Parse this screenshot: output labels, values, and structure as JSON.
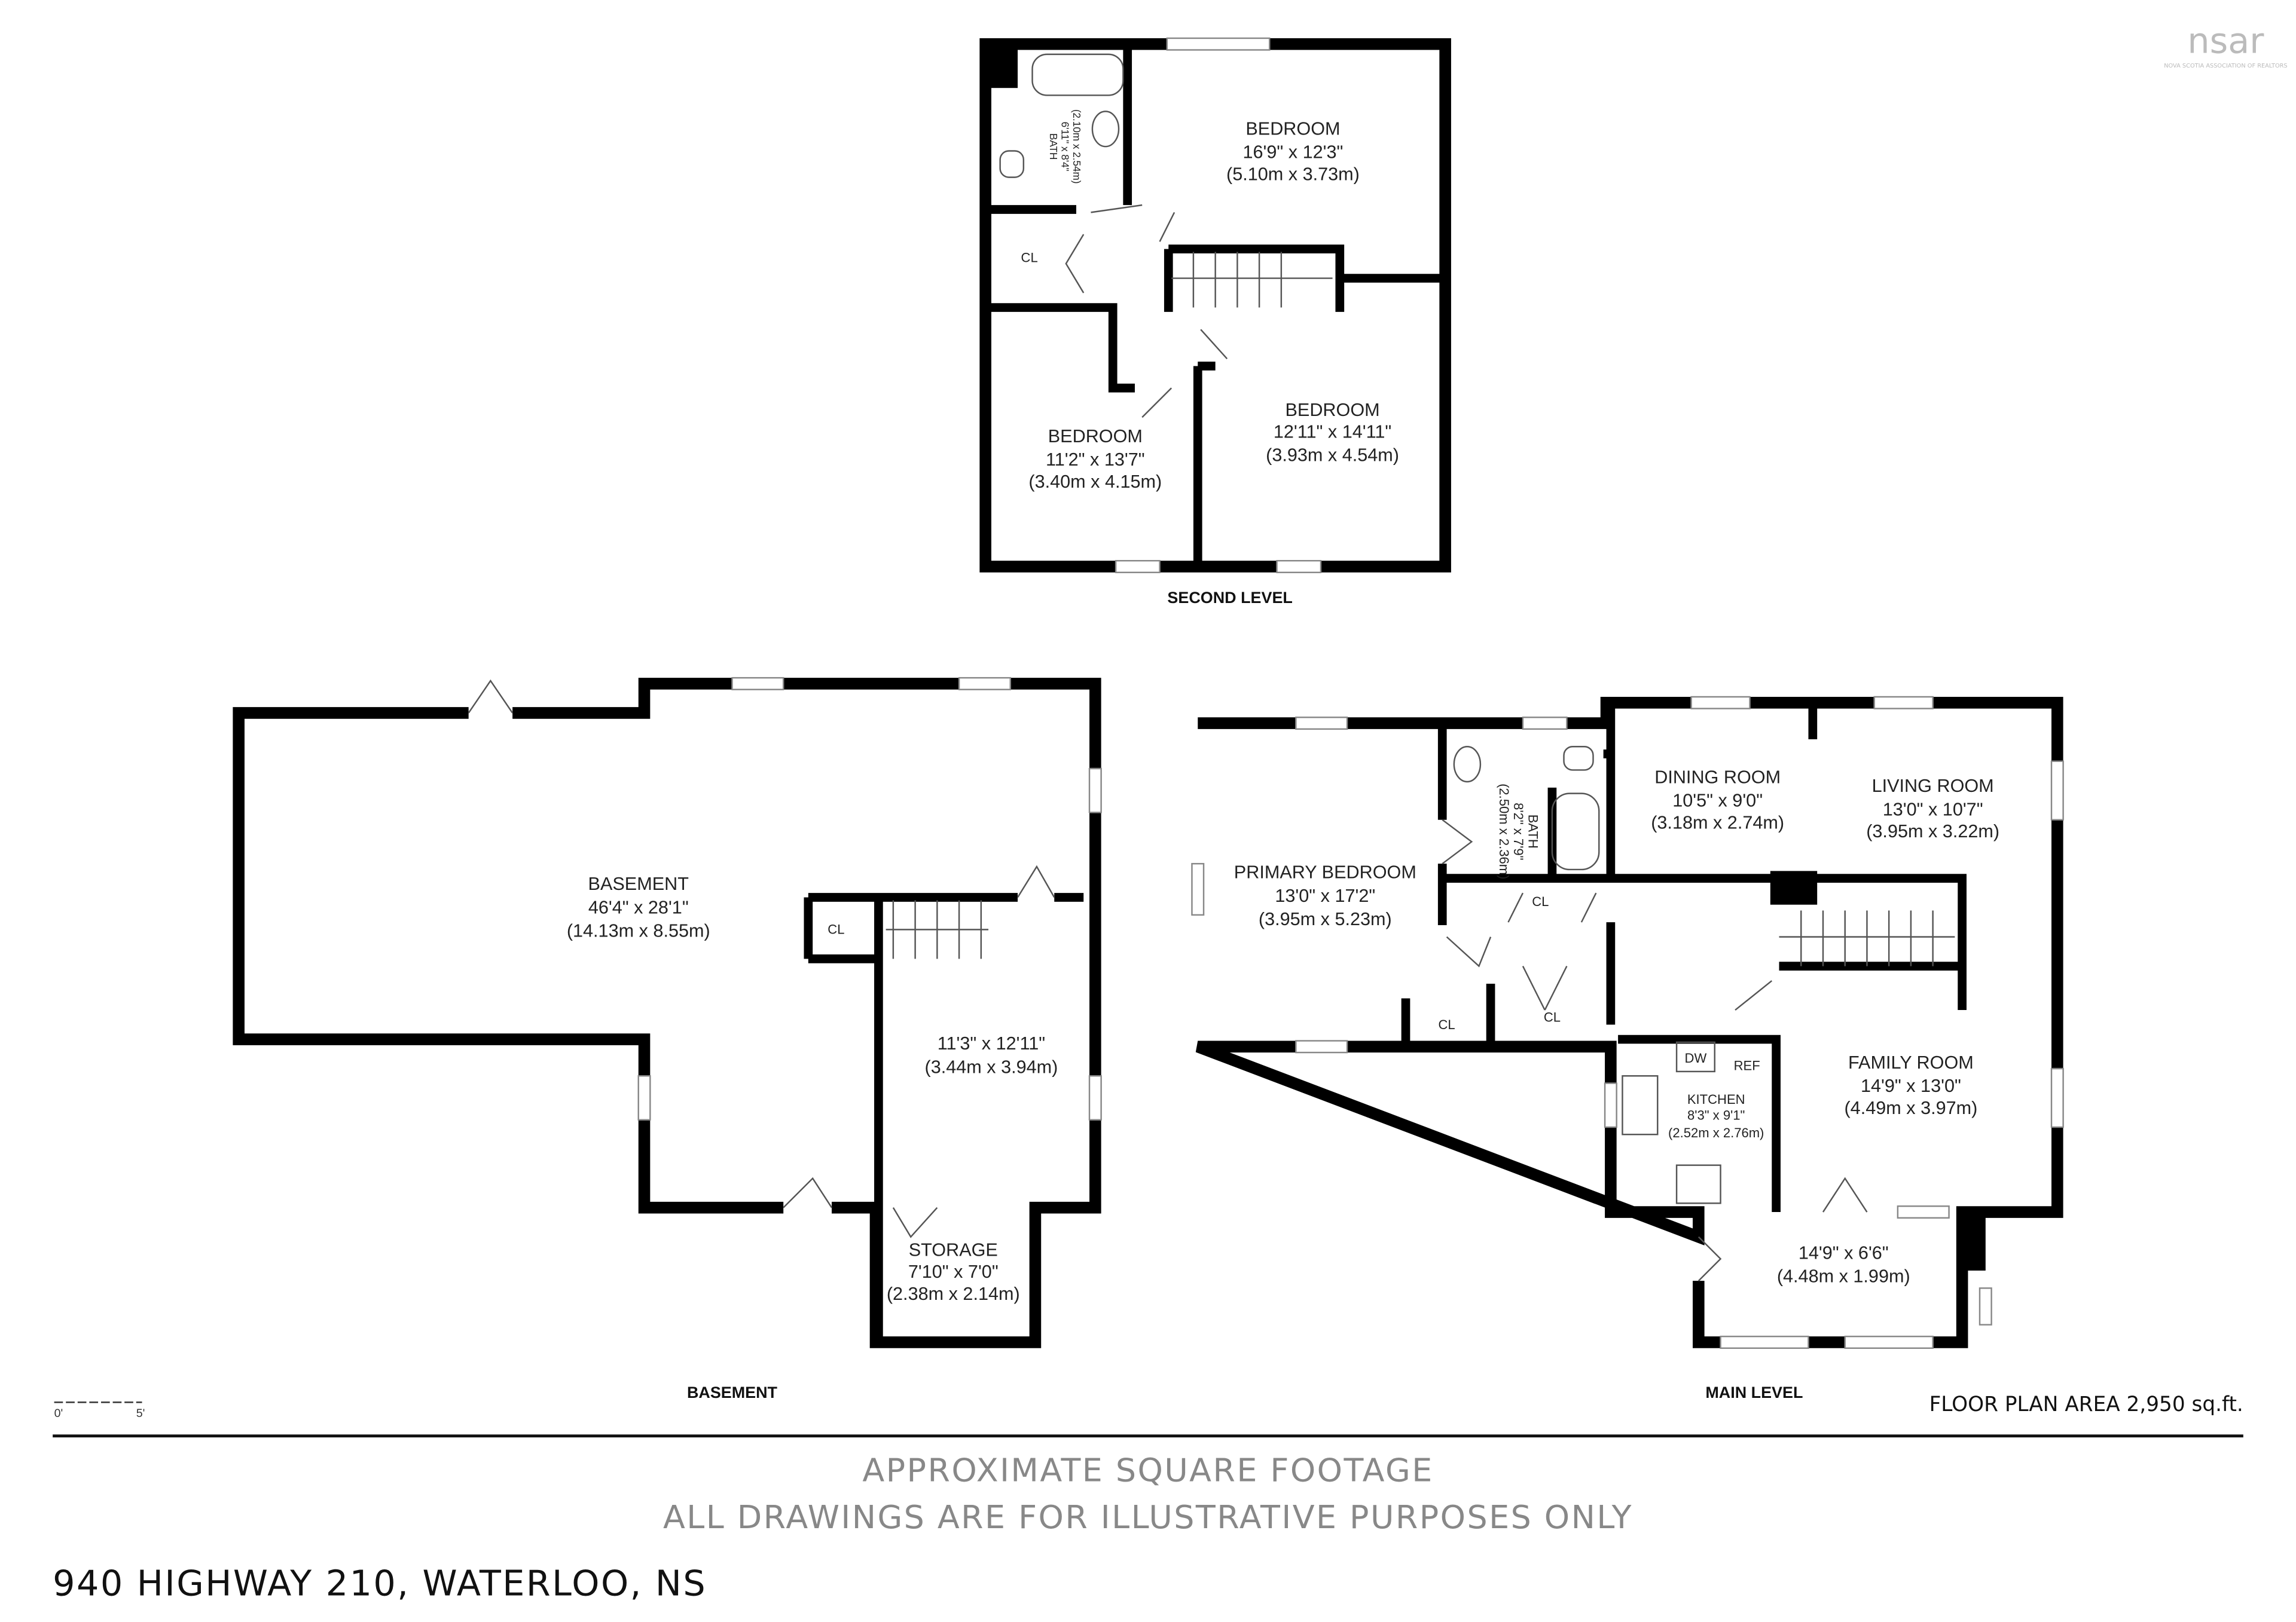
{
  "logo": {
    "text": "nsar",
    "subtext": "NOVA SCOTIA ASSOCIATION OF REALTORS"
  },
  "second_level": {
    "title": "SECOND LEVEL",
    "rooms": [
      {
        "name": "BEDROOM",
        "imperial": "16'9\" x 12'3\"",
        "metric": "(5.10m x 3.73m)"
      },
      {
        "name": "BEDROOM",
        "imperial": "12'11\" x 14'11\"",
        "metric": "(3.93m x 4.54m)"
      },
      {
        "name": "BEDROOM",
        "imperial": "11'2\" x 13'7\"",
        "metric": "(3.40m x 4.15m)"
      },
      {
        "name": "BATH",
        "imperial": "6'11\" x 8'4\"",
        "metric": "(2.10m x 2.54m)"
      },
      {
        "name": "CL"
      }
    ]
  },
  "basement": {
    "title": "BASEMENT",
    "rooms": [
      {
        "name": "BASEMENT",
        "imperial": "46'4\" x 28'1\"",
        "metric": "(14.13m x 8.55m)"
      },
      {
        "name": "",
        "imperial": "11'3\" x 12'11\"",
        "metric": "(3.44m x 3.94m)"
      },
      {
        "name": "STORAGE",
        "imperial": "7'10\" x 7'0\"",
        "metric": "(2.38m x 2.14m)"
      },
      {
        "name": "CL"
      }
    ]
  },
  "main_level": {
    "title": "MAIN LEVEL",
    "rooms": [
      {
        "name": "PRIMARY BEDROOM",
        "imperial": "13'0\" x 17'2\"",
        "metric": "(3.95m x 5.23m)"
      },
      {
        "name": "BATH",
        "imperial": "8'2\" x 7'9\"",
        "metric": "(2.50m x 2.36m)"
      },
      {
        "name": "DINING ROOM",
        "imperial": "10'5\" x 9'0\"",
        "metric": "(3.18m x 2.74m)"
      },
      {
        "name": "LIVING ROOM",
        "imperial": "13'0\" x 10'7\"",
        "metric": "(3.95m x 3.22m)"
      },
      {
        "name": "FAMILY ROOM",
        "imperial": "14'9\" x 13'0\"",
        "metric": "(4.49m x 3.97m)"
      },
      {
        "name": "KITCHEN",
        "imperial": "8'3\" x 9'1\"",
        "metric": "(2.52m x 2.76m)"
      },
      {
        "name": "",
        "imperial": "14'9\" x 6'6\"",
        "metric": "(4.48m x 1.99m)"
      },
      {
        "name": "CL"
      },
      {
        "name": "CL"
      },
      {
        "name": "CL"
      }
    ],
    "appliances": {
      "dw": "DW",
      "ref": "REF"
    }
  },
  "scale": {
    "start": "0'",
    "end": "5'"
  },
  "floor_plan_area": "FLOOR PLAN AREA 2,950 sq.ft.",
  "disclaimer": [
    "APPROXIMATE SQUARE FOOTAGE",
    "ALL DRAWINGS ARE FOR ILLUSTRATIVE PURPOSES ONLY"
  ],
  "address": "940 HIGHWAY 210, WATERLOO, NS"
}
